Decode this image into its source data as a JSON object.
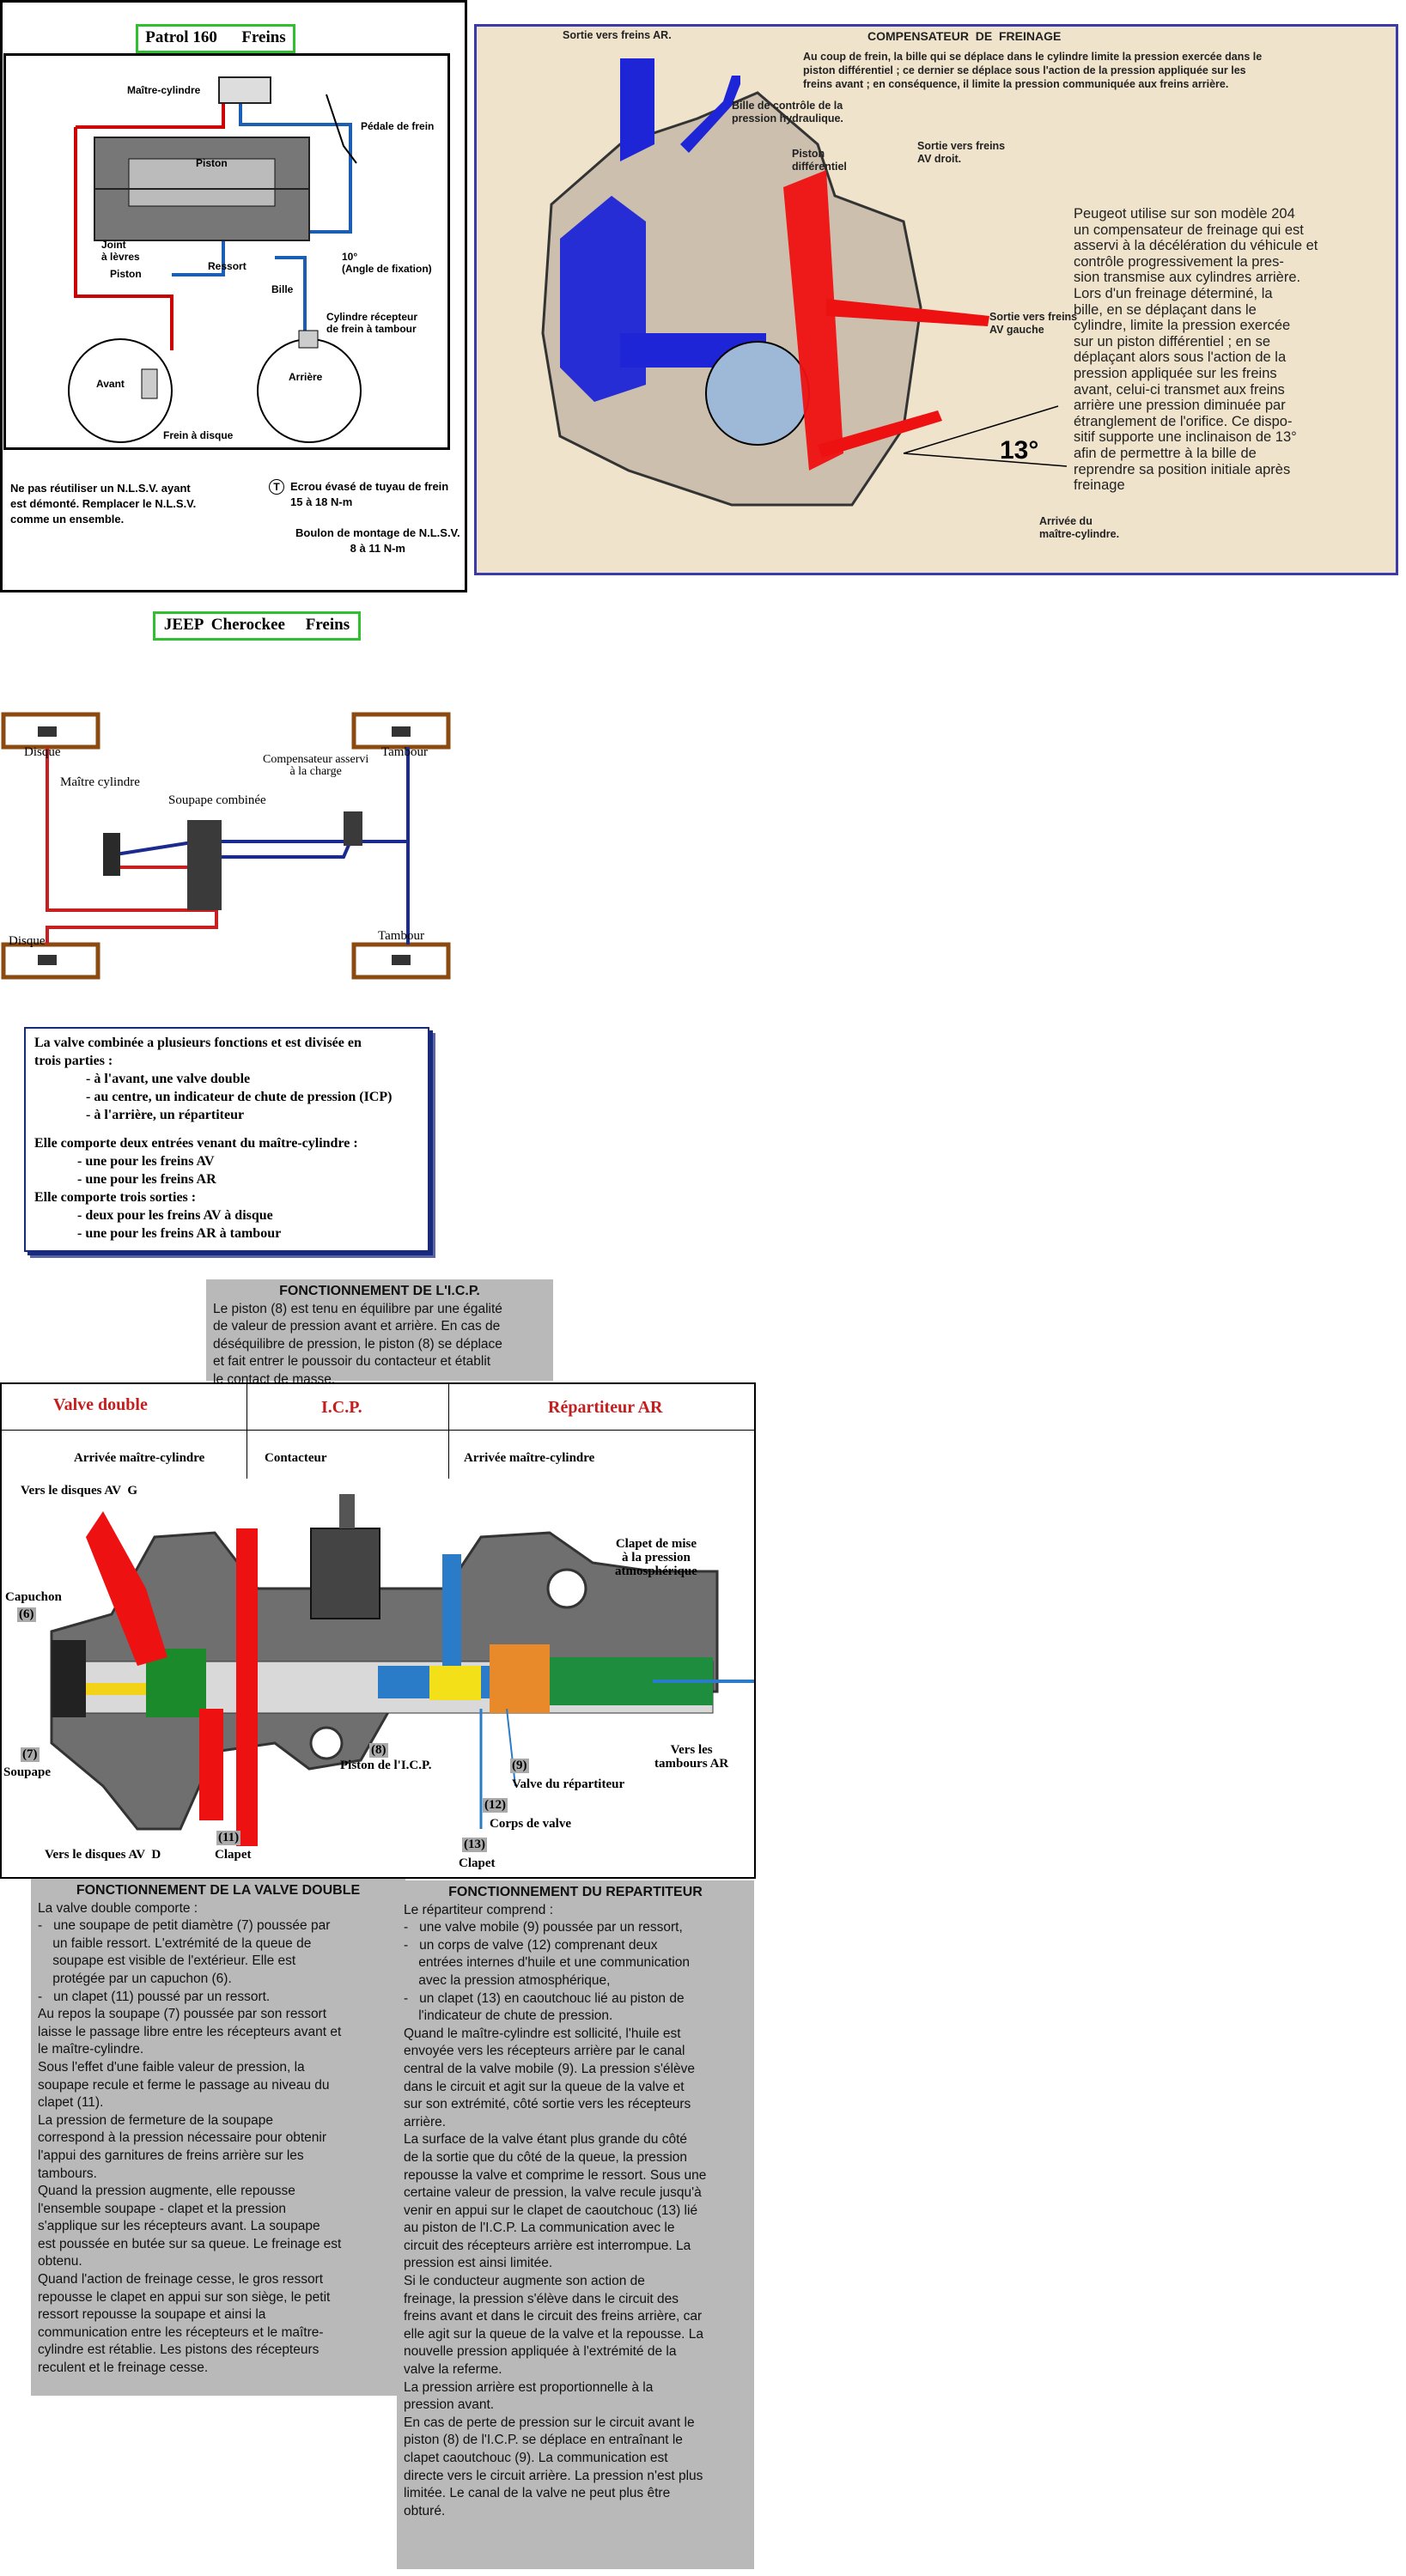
{
  "patrol": {
    "title": "Patrol 160      Freins",
    "labels": {
      "maitre": "Maître-cylindre",
      "pedale": "Pédale de frein",
      "piston_a": "Piston",
      "joint": "Joint\nà lèvres",
      "piston_b": "Piston",
      "ressort": "Ressort",
      "bille": "Bille",
      "angle": "10°\n(Angle de fixation)",
      "cyl_tambour": "Cylindre récepteur\nde frein à tambour",
      "avant": "Avant",
      "arriere": "Arrière",
      "frein_disque": "Frein à disque"
    },
    "note_left": "Ne pas réutiliser un N.L.S.V. ayant\nest démonté. Remplacer le N.L.S.V.\ncomme un ensemble.",
    "note_right_num": "T",
    "note_right": "Ecrou évasé de tuyau de frein\n15 à 18 N-m",
    "note_bolt": "Boulon de montage de N.L.S.V.\n8 à 11 N-m"
  },
  "peugeot": {
    "title": "COMPENSATEUR  DE  FREINAGE",
    "sortie_ar": "Sortie vers freins AR.",
    "intro": "Au coup de frein, la bille qui se déplace dans le cylindre limite la pression exercée dans le\npiston différentiel ; ce dernier se déplace sous l'action de la pression appliquée sur les\nfreins avant ; en conséquence, il limite la pression communiquée aux freins arrière.",
    "bille": "Bille de contrôle de la\npression hydraulique.",
    "piston": "Piston\ndifférentiel",
    "av_droit": "Sortie vers freins\nAV droit.",
    "av_gauche": "Sortie vers freins\nAV gauche",
    "angle": "13°",
    "arrivee": "Arrivée du\nmaître-cylindre.",
    "paragraph": "Peugeot utilise sur son modèle 204\nun compensateur de freinage qui est\nasservi à la décélération du véhicule et\ncontrôle progressivement la pres-\nsion transmise aux cylindres arrière.\nLors d'un freinage déterminé, la\nbille, en se déplaçant dans le\ncylindre, limite la pression exercée\nsur un piston différentiel ; en se\ndéplaçant alors sous l'action de la\npression appliquée sur les freins\navant, celui-ci transmet aux freins\narrière une pression diminuée par\nétranglement de l'orifice. Ce dispo-\nsitif supporte une inclinaison de 13°\nafin de permettre à la bille de\nreprendre sa position initiale après\nfreinage"
  },
  "jeep": {
    "title": "JEEP  Cherockee     Freins",
    "disque_top": "Disque",
    "tambour_top": "Tambour",
    "maitre": "Maître cylindre",
    "soupape": "Soupape combinée",
    "compensateur": "Compensateur asservi\nà la charge",
    "disque_bot": "Disque",
    "tambour_bot": "Tambour"
  },
  "valve_box": {
    "intro": "La valve combinée a plusieurs fonctions et est divisée en\ntrois parties :",
    "parts": [
      "- à l'avant, une valve double",
      "- au centre, un indicateur de chute de pression (ICP)",
      "- à l'arrière, un répartiteur"
    ],
    "entrees_title": "Elle comporte deux entrées venant du maître-cylindre :",
    "entrees": [
      "- une pour les freins AV",
      "- une pour les freins AR"
    ],
    "sorties_title": "Elle comporte trois sorties :",
    "sorties": [
      "- deux pour les freins AV à disque",
      "- une pour les freins AR à tambour"
    ]
  },
  "icp": {
    "title": "FONCTIONNEMENT DE L'I.C.P.",
    "text": "Le piston (8) est tenu en équilibre par une égalité\nde valeur de pression avant et arrière. En cas de\ndéséquilibre de pression, le piston (8) se déplace\net fait entrer le poussoir du contacteur et établit\nle contact de masse."
  },
  "diagram": {
    "col1": "Valve double",
    "col2": "I.C.P.",
    "col3": "Répartiteur AR",
    "arrivee1": "Arrivée maître-cylindre",
    "contacteur": "Contacteur",
    "arrivee2": "Arrivée maître-cylindre",
    "vers_avg": "Vers le disques AV  G",
    "clapet_mise": "Clapet de mise\nà la pression\natmosphérique",
    "capuchon": "Capuchon",
    "n6": "(6)",
    "n7": "(7)",
    "soupape": "Soupape",
    "n8": "(8)",
    "piston_icp": "Piston de l'I.C.P.",
    "n9": "(9)",
    "valve_rep": "Valve du répartiteur",
    "n12": "(12)",
    "corps": "Corps de valve",
    "vers_tamb": "Vers les\ntambours AR",
    "vers_avd": "Vers le disques AV  D",
    "n11": "(11)",
    "clapet11": "Clapet",
    "n13": "(13)",
    "clapet13": "Clapet"
  },
  "valve_double": {
    "title": "FONCTIONNEMENT DE LA VALVE DOUBLE",
    "text": "La valve double comporte :\n-   une soupape de petit diamètre (7) poussée par\n    un faible ressort. L'extrémité de la queue de\n    soupape est visible de l'extérieur. Elle est\n    protégée par un capuchon (6).\n-   un clapet (11) poussé par un ressort.\nAu repos la soupape (7) poussée par son ressort\nlaisse le passage libre entre les récepteurs avant et\nle maître-cylindre.\nSous l'effet d'une faible valeur de pression, la\nsoupape recule et ferme le passage au niveau du\nclapet (11).\nLa pression de fermeture de la soupape\ncorrespond à la pression nécessaire pour obtenir\nl'appui des garnitures de freins arrière sur les\ntambours.\nQuand la pression augmente, elle repousse\nl'ensemble soupape - clapet et la pression\ns'applique sur les récepteurs avant. La soupape\nest poussée en butée sur sa queue. Le freinage est\nobtenu.\nQuand l'action de freinage cesse, le gros ressort\nrepousse le clapet en appui sur son siège, le petit\nressort repousse la soupape et ainsi la\ncommunication entre les récepteurs et le maître-\ncylindre est rétablie. Les pistons des récepteurs\nreculent et le freinage cesse."
  },
  "repartiteur": {
    "title": "FONCTIONNEMENT DU REPARTITEUR",
    "text": "Le répartiteur comprend :\n-   une valve mobile (9) poussée par un ressort,\n-   un corps de valve (12) comprenant deux\n    entrées internes d'huile et une communication\n    avec la pression atmosphérique,\n-   un clapet (13) en caoutchouc lié au piston de\n    l'indicateur de chute de pression.\nQuand le maître-cylindre est sollicité, l'huile est\nenvoyée vers les récepteurs arrière par le canal\ncentral de la valve mobile (9). La pression s'élève\ndans le circuit et agit sur la queue de la valve et\nsur son extrémité, côté sortie vers les récepteurs\narrière.\nLa surface de la valve étant plus grande du côté\nde la sortie que du côté de la queue, la pression\nrepousse la valve et comprime le ressort. Sous une\ncertaine valeur de pression, la valve recule jusqu'à\nvenir en appui sur le clapet de caoutchouc (13) lié\nau piston de l'I.C.P. La communication avec le\ncircuit des récepteurs arrière est interrompue. La\npression est ainsi limitée.\nSi le conducteur augmente son action de\nfreinage, la pression s'élève dans le circuit des\nfreins avant et dans le circuit des freins arrière, car\nelle agit sur la queue de la valve et la repousse. La\nnouvelle pression appliquée à l'extrémité de la\nvalve la referme.\nLa pression arrière est proportionnelle à la\npression avant.\nEn cas de perte de pression sur le circuit avant le\npiston (8) de l'I.C.P. se déplace en entraînant le\nclapet caoutchouc (9). La communication est\ndirecte vers le circuit arrière. La pression n'est plus\nlimitée. Le canal de la valve ne peut plus être\nobturé."
  }
}
